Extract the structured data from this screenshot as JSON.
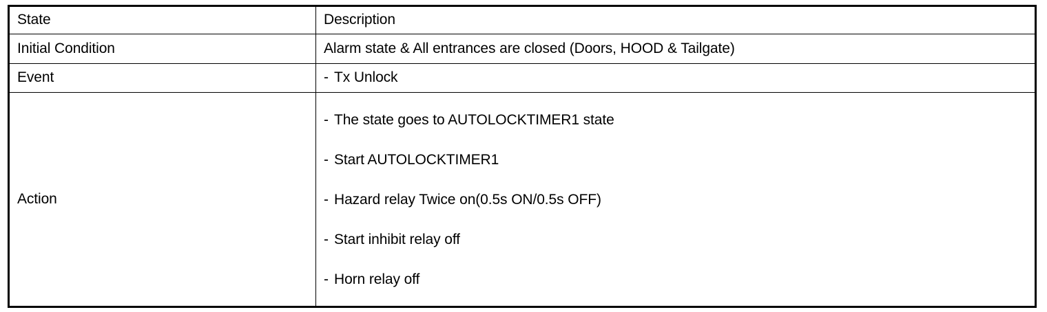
{
  "table": {
    "columns": [
      {
        "key": "state",
        "header": "State"
      },
      {
        "key": "description",
        "header": "Description"
      }
    ],
    "rows": [
      {
        "state": "Initial Condition",
        "description": "Alarm state & All entrances are closed (Doors, HOOD & Tailgate)"
      },
      {
        "state": "Event",
        "description_lines": [
          {
            "dash": "-",
            "text": "Tx Unlock"
          }
        ]
      },
      {
        "state": "Action",
        "description_lines": [
          {
            "dash": "-",
            "text": "The state goes to AUTOLOCKTIMER1 state"
          },
          {
            "dash": "-",
            "text": "Start AUTOLOCKTIMER1"
          },
          {
            "dash": "-",
            "text": "Hazard relay Twice on(0.5s ON/0.5s OFF)"
          },
          {
            "dash": "-",
            "text": "Start inhibit relay off"
          },
          {
            "dash": "-",
            "text": "Horn relay off"
          }
        ]
      }
    ]
  },
  "style": {
    "text_color": "#000000",
    "background_color": "#ffffff",
    "border_color": "#000000"
  }
}
